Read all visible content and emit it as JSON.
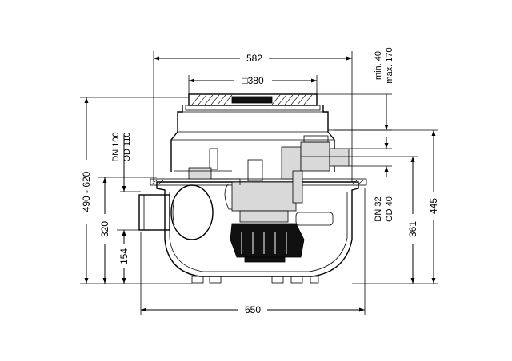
{
  "dimensions": {
    "overall_width": "582",
    "cover_size": "□380",
    "base_width": "650",
    "total_height_range": "490 - 620",
    "inlet_height": "320",
    "lower_height": "154",
    "outlet_height": "361",
    "body_height": "445",
    "extension_min": "min. 40",
    "extension_max": "max. 170",
    "inlet_dn": "DN 100",
    "inlet_od": "OD 110",
    "outlet_dn": "DN 32",
    "outlet_od": "OD 40"
  }
}
